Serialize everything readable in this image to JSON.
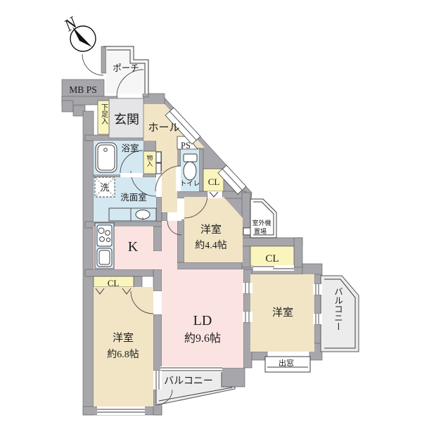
{
  "compass": {
    "north": "N"
  },
  "labels": {
    "porch": "ポーチ",
    "meter_box": "MB PS",
    "shoe_cabinet": "下足入",
    "entrance": "玄関",
    "hall": "ホール",
    "pipe_space": "PS",
    "bathroom": "浴室",
    "storage": "物入",
    "toilet": "トイレ",
    "closet_hall": "CL",
    "washer": "洗",
    "washroom": "洗面室",
    "bedroom_44": "洋室",
    "bedroom_44_size": "約4.4帖",
    "ac_space_line1": "室外機",
    "ac_space_line2": "置場",
    "closet_east": "CL",
    "kitchen": "K",
    "closet_west": "CL",
    "living": "LD",
    "living_size": "約9.6帖",
    "bedroom_68": "洋室",
    "bedroom_68_size": "約6.8帖",
    "bedroom_east": "洋室",
    "balcony_east": "バルコニー",
    "balcony_south": "バルコニー",
    "bay_window": "出窓"
  },
  "colors": {
    "wall": "#a7a7ab",
    "room_beige": "#f1e5c6",
    "room_pink": "#fbe3e1",
    "wet_blue": "#d4e8f2",
    "closet_yellow": "#faf5bd",
    "entrance_gray": "#e5e5e8",
    "balcony_gray": "#ececec"
  }
}
